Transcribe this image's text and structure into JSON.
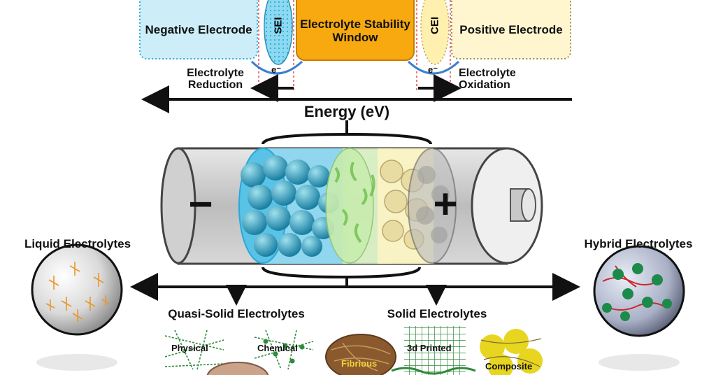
{
  "top": {
    "negative_electrode": "Negative Electrode",
    "sei": "SEI",
    "stability_window": "Electrolyte Stability Window",
    "cei": "CEI",
    "positive_electrode": "Positive Electrode",
    "electron_left": "e⁻",
    "electron_right": "e⁻",
    "reduction": "Electrolyte Reduction",
    "oxidation": "Electrolyte Oxidation",
    "energy_axis": "Energy (eV)"
  },
  "battery": {
    "minus_sign": "−",
    "plus_sign": "+"
  },
  "types": {
    "liquid": "Liquid Electrolytes",
    "hybrid": "Hybrid Electrolytes",
    "quasi_solid": "Quasi-Solid Electrolytes",
    "solid": "Solid Electrolytes",
    "physical": "Physical",
    "chemical": "Chemical",
    "fibrious": "Fibrious",
    "printed": "3d Printed",
    "composite": "Composite"
  },
  "colors": {
    "negative_fill": "#cdeef9",
    "negative_stroke": "#2aa8d8",
    "sei_fill": "#3fc0e8",
    "window_fill": "#f7a90f",
    "cei_fill": "#fff0b0",
    "positive_fill": "#fff6cf",
    "dash_red": "#e03030",
    "arc_blue": "#3a7fd0"
  }
}
